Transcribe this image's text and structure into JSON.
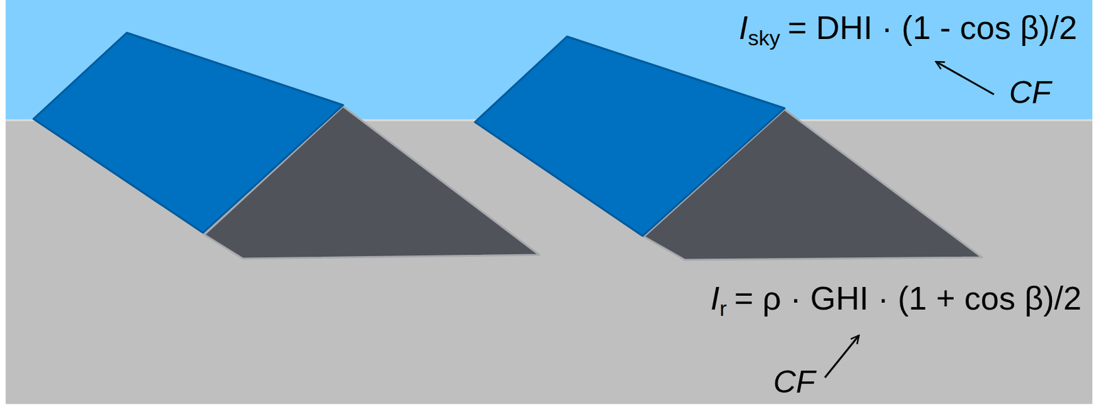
{
  "diagram": {
    "labels": [
      "I",
      "sky",
      "= DHI · (1 - cos β)/2",
      "CF",
      "I",
      "r",
      "= ρ · GHI · (1 + cos β)/2",
      "CF"
    ]
  }
}
